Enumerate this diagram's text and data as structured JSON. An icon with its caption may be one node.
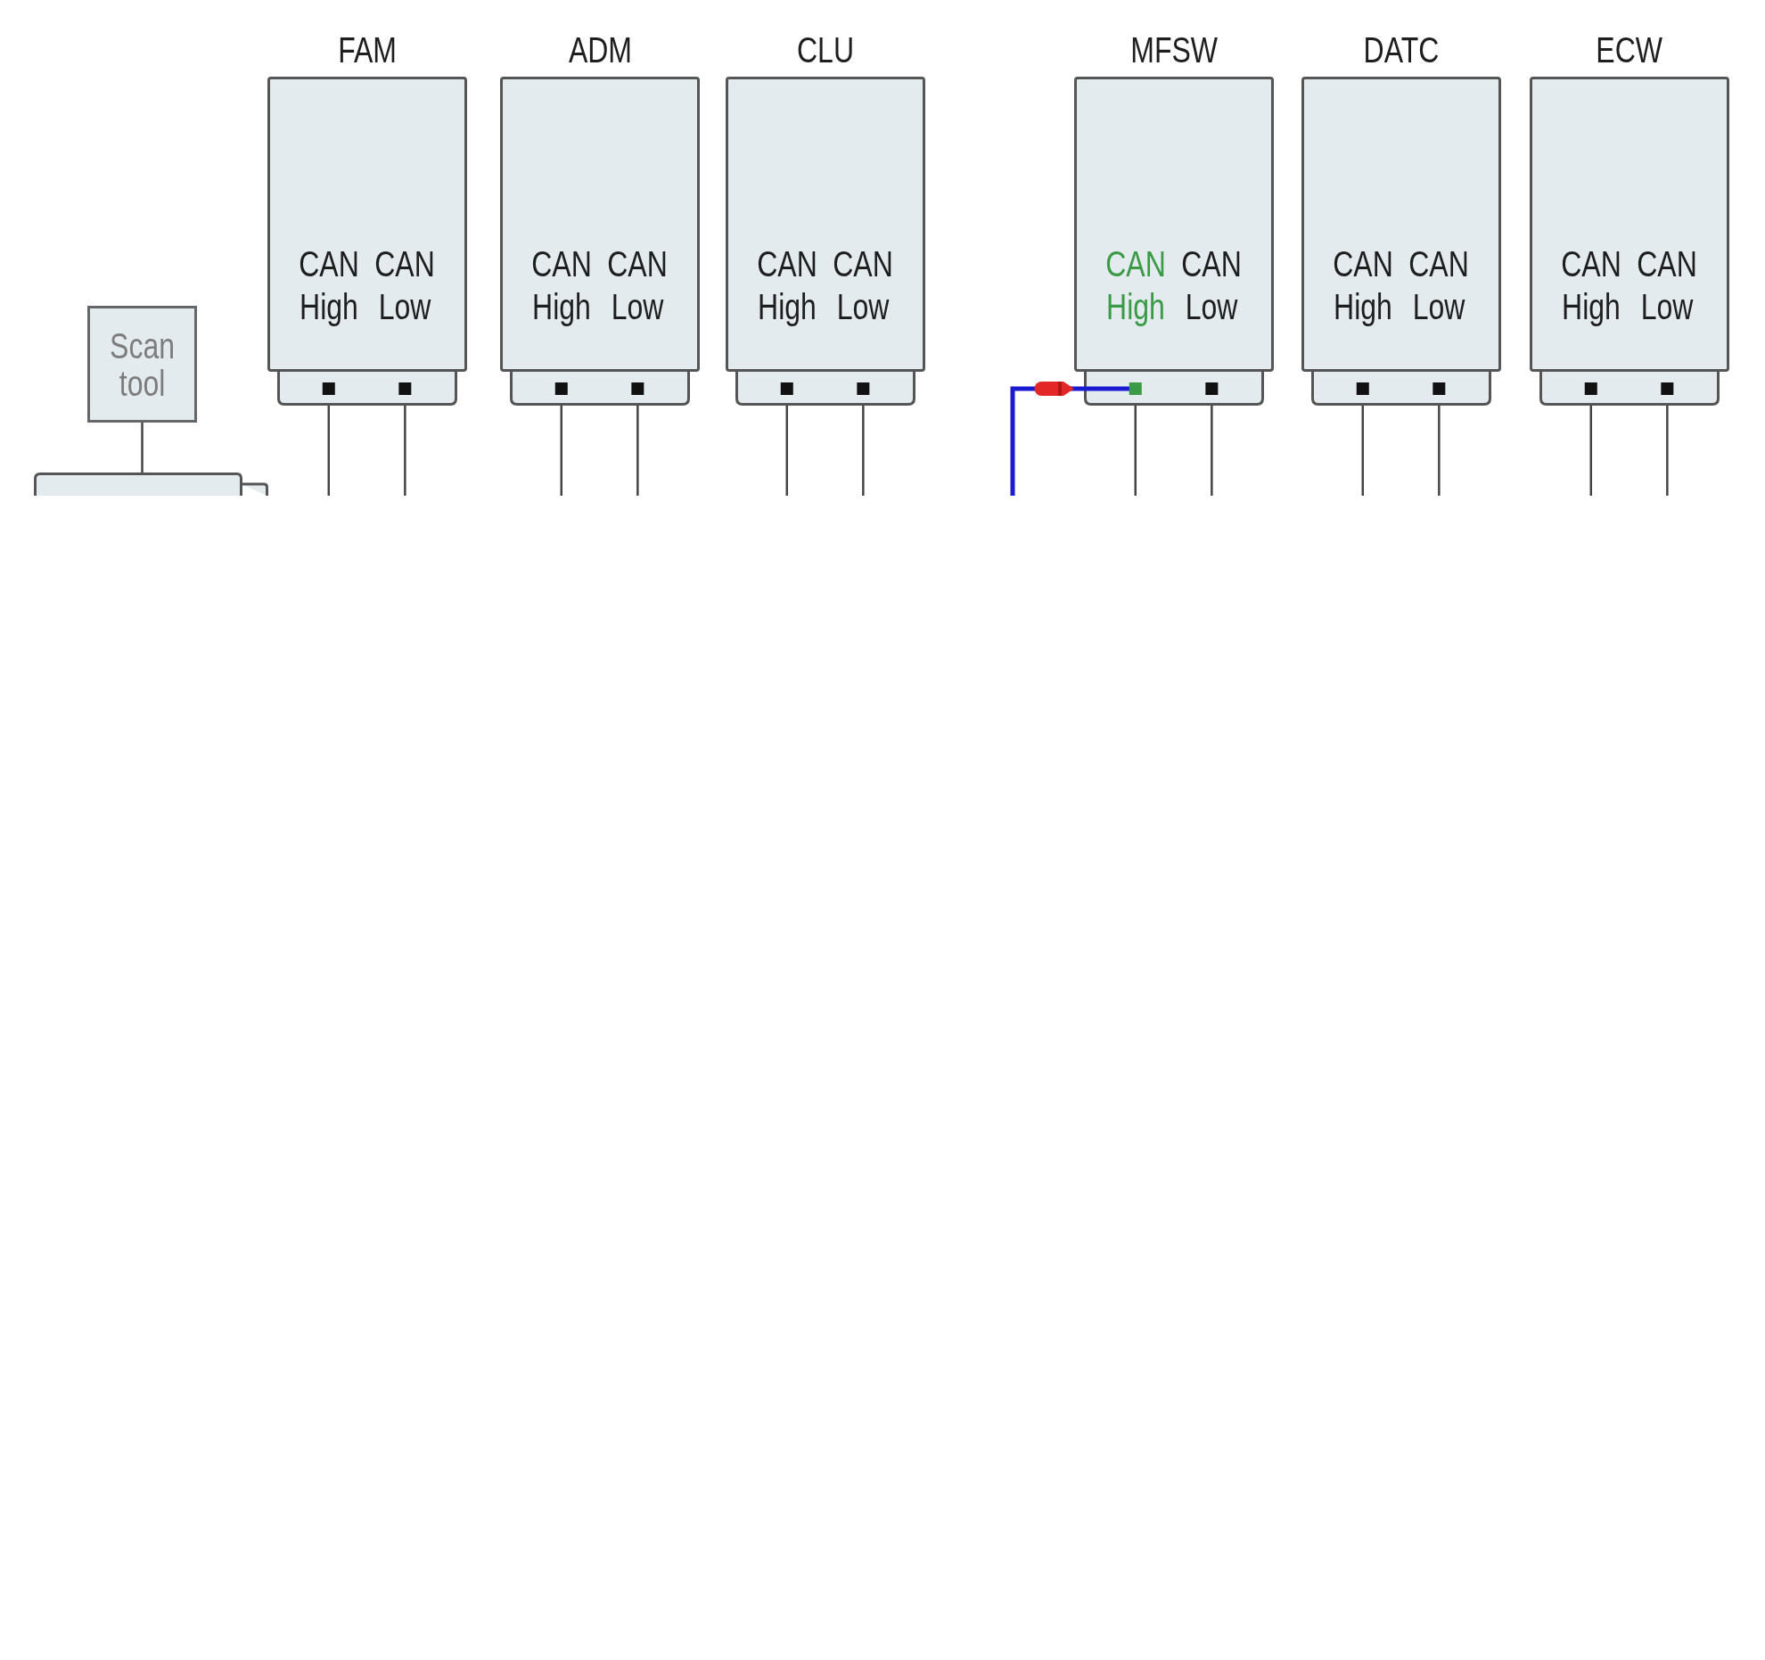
{
  "diagram": {
    "nodes": [
      {
        "text": [
          "FAM",
          "CAN High",
          "CAN Low"
        ]
      },
      {
        "text": [
          "ADM",
          "CAN High",
          "CAN Low"
        ]
      },
      {
        "text": [
          "CLU",
          "CAN High",
          "CAN Low"
        ]
      },
      {
        "text": [
          "MFSW",
          "CAN High",
          "CAN Low"
        ]
      },
      {
        "text": [
          "DATC",
          "CAN High",
          "CAN Low"
        ]
      },
      {
        "text": [
          "ECW",
          "CAN High",
          "CAN Low"
        ]
      },
      {
        "text": [
          "Scan tool"
        ]
      },
      {
        "text": [],
        "shape": "box"
      }
    ],
    "edges": [
      {
        "from": 0,
        "to": null,
        "arrow": "none"
      },
      {
        "from": 0,
        "to": null,
        "arrow": "none"
      },
      {
        "from": 1,
        "to": null,
        "arrow": "none"
      },
      {
        "from": 1,
        "to": null,
        "arrow": "none"
      },
      {
        "from": 2,
        "to": null,
        "arrow": "none"
      },
      {
        "from": 2,
        "to": null,
        "arrow": "none"
      },
      {
        "from": 3,
        "to": null,
        "arrow": "none"
      },
      {
        "from": 3,
        "to": null,
        "arrow": "none"
      },
      {
        "from": 3,
        "to": null,
        "arrow": "none",
        "color": "#1a1ad0"
      },
      {
        "from": 4,
        "to": null,
        "arrow": "none"
      },
      {
        "from": 4,
        "to": null,
        "arrow": "none"
      },
      {
        "from": 5,
        "to": null,
        "arrow": "none"
      },
      {
        "from": 5,
        "to": null,
        "arrow": "none"
      },
      {
        "from": 6,
        "to": 7,
        "arrow": "none"
      }
    ]
  }
}
